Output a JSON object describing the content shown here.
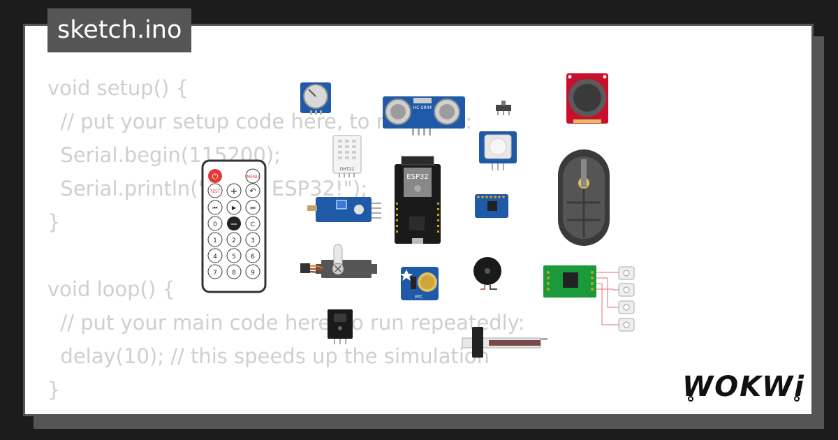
{
  "tab": {
    "label": "sketch.ino"
  },
  "code_lines": [
    "void setup() {",
    "  // put your setup code here, to run once:",
    "  Serial.begin(115200);",
    "  Serial.println(\"Hello, ESP32!\");",
    "}",
    "",
    "void loop() {",
    "  // put your main code here, to run repeatedly:",
    "  delay(10); // this speeds up the simulation",
    "}"
  ],
  "parts": {
    "remote": {
      "power": "⏻",
      "menu": "MENU",
      "test": "TEST",
      "plus": "+",
      "back": "↶",
      "prev": "⏮",
      "play": "▶",
      "next": "⏭",
      "zero": "0",
      "minus": "−",
      "clear": "C",
      "digits": [
        "1",
        "2",
        "3",
        "4",
        "5",
        "6",
        "7",
        "8",
        "9"
      ]
    },
    "dht22_label": "DHT22",
    "esp32_label": "ESP32",
    "hcsr04_label": "HC-SR04",
    "rtc_label": "RTC"
  },
  "logo": {
    "text": "WOKWi"
  },
  "colors": {
    "background": "#1c1c1c",
    "card": "#ffffff",
    "frame": "#555555",
    "code_text": "#cfcfcf",
    "remote_red": "#e53935",
    "pcb_blue": "#1f5aa8",
    "esp_black": "#1a1a1a",
    "joystick_red": "#c8102e",
    "hx711_green": "#1a9a3a",
    "keypad_gray": "#3a3a3a"
  }
}
